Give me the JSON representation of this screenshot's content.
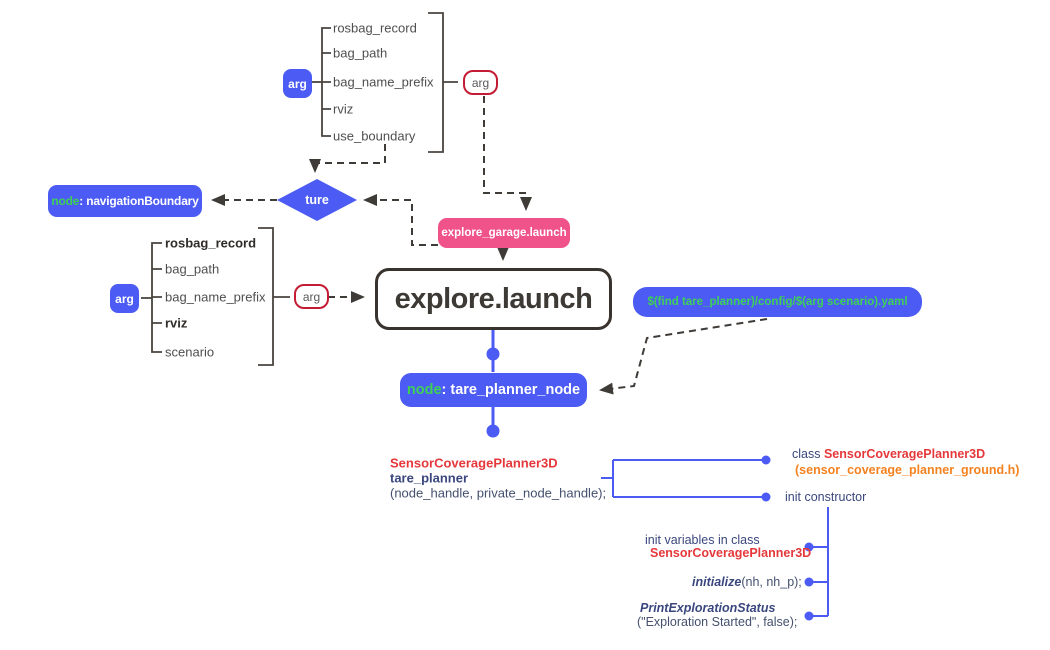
{
  "colors": {
    "blue": "#4B5BF3",
    "pink": "#EF5389",
    "red_outline": "#C41C34",
    "green": "#3ED156",
    "red_text": "#E5383B",
    "orange": "#F58220",
    "navy": "#3A477E",
    "item_gray": "#4F4F4F",
    "dark": "#3D3935"
  },
  "arg_groups": {
    "top": {
      "badge": "arg",
      "out_badge": "arg",
      "items": [
        "rosbag_record",
        "bag_path",
        "bag_name_prefix",
        "rviz",
        "use_boundary"
      ]
    },
    "middle": {
      "badge": "arg",
      "out_badge": "arg",
      "items": [
        "rosbag_record",
        "bag_path",
        "bag_name_prefix",
        "rviz",
        "scenario"
      ]
    }
  },
  "condition": {
    "label": "ture"
  },
  "nodes": {
    "navigation_boundary": {
      "prefix": "node",
      "rest": ": navigationBoundary"
    },
    "explore_garage": {
      "label": "explore_garage.launch"
    },
    "explore_launch": {
      "label": "explore.launch"
    },
    "yaml_path": {
      "label": "$(find tare_planner)/config/$(arg scenario).yaml"
    },
    "tare_planner_node": {
      "prefix": "node",
      "rest": ": tare_planner_node"
    }
  },
  "code": {
    "constructor_call": {
      "class_name": "SensorCoveragePlanner3D",
      "object_name": "tare_planner",
      "args": "(node_handle, private_node_handle);"
    },
    "class_def": {
      "keyword": "class ",
      "class_name": "SensorCoveragePlanner3D",
      "header_file": "(sensor_coverage_planner_ground.h)"
    },
    "init_constructor": "init constructor",
    "init_vars": {
      "line1": "init variables in class",
      "class_name": "SensorCoveragePlanner3D"
    },
    "initialize_call": {
      "fn": "initialize",
      "args": "(nh, nh_p);"
    },
    "print_status": {
      "fn": "PrintExplorationStatus",
      "args": "(\"Exploration Started\", false);"
    }
  }
}
